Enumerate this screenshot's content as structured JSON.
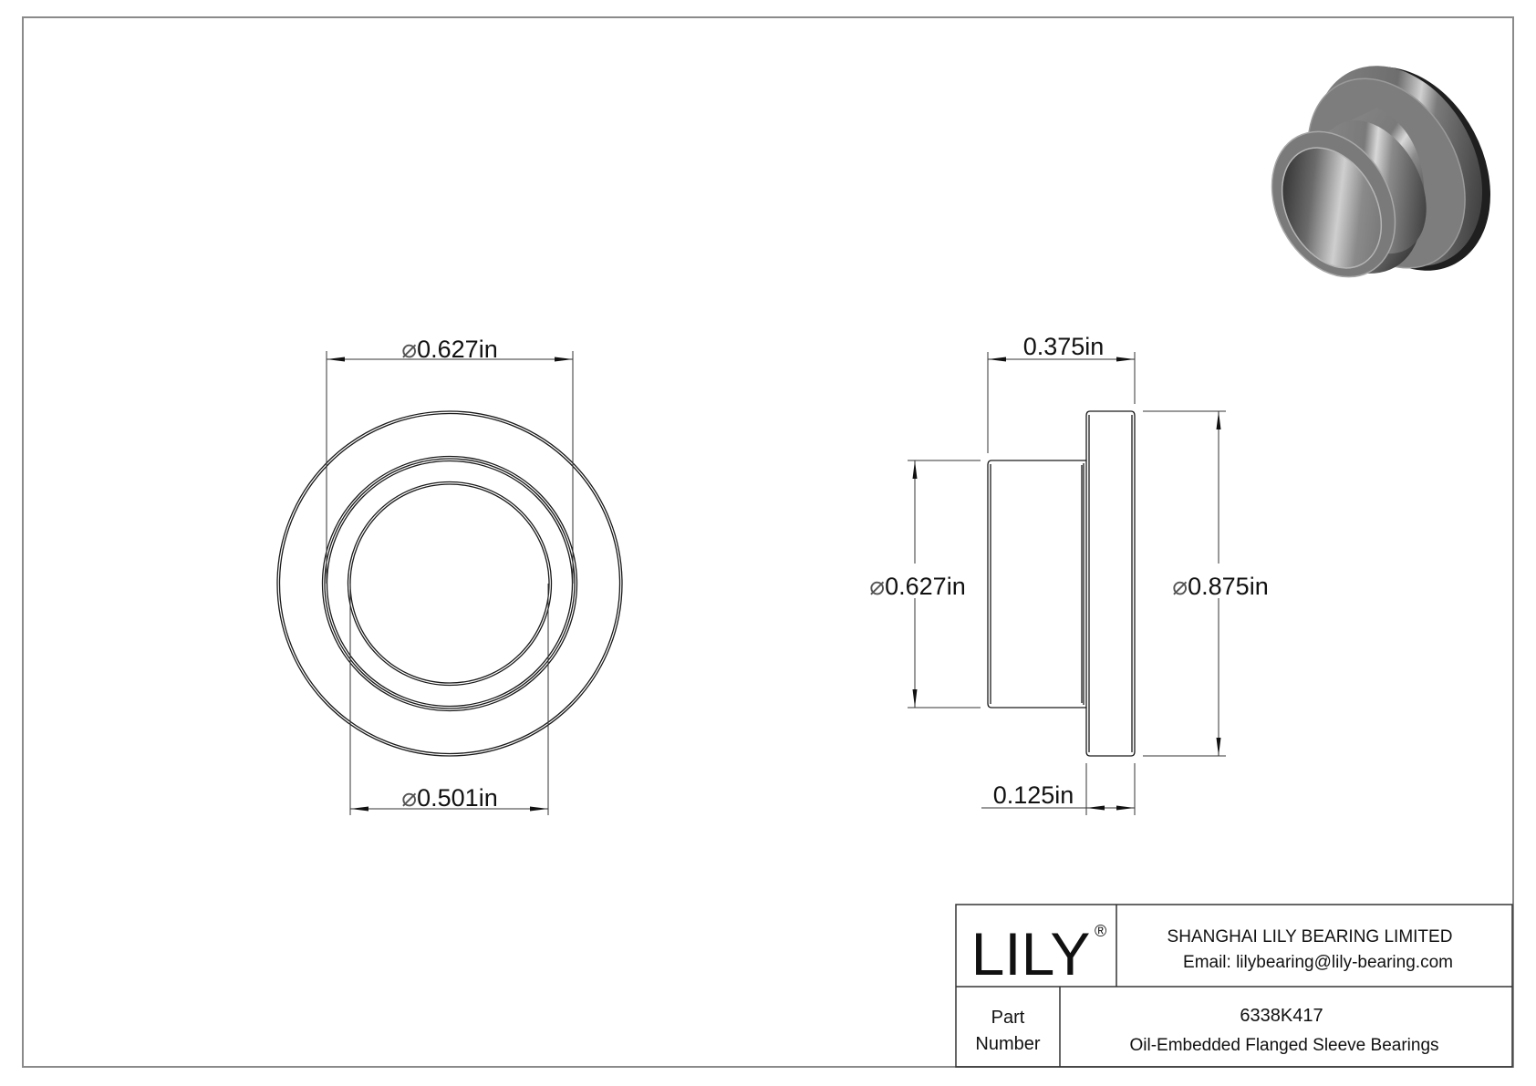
{
  "drawing": {
    "front_view": {
      "top_dimension": {
        "symbol": "⌀",
        "value": "0.627in"
      },
      "bottom_dimension": {
        "symbol": "⌀",
        "value": "0.501in"
      }
    },
    "side_view": {
      "length_dimension": {
        "value": "0.375in"
      },
      "sleeve_diameter": {
        "symbol": "⌀",
        "value": "0.627in"
      },
      "flange_diameter": {
        "symbol": "⌀",
        "value": "0.875in"
      },
      "flange_thickness": {
        "value": "0.125in"
      }
    },
    "render_3d": {
      "icon": "flanged-sleeve-bearing-render"
    }
  },
  "title_block": {
    "logo": {
      "text": "LILY",
      "mark": "®"
    },
    "company": "SHANGHAI LILY BEARING LIMITED",
    "email": "Email: lilybearing@lily-bearing.com",
    "part_label_line1": "Part",
    "part_label_line2": "Number",
    "part_number": "6338K417",
    "description": "Oil-Embedded Flanged Sleeve Bearings"
  },
  "colors": {
    "line": "#1a1a1a",
    "border": "#8a8a8a",
    "background": "#ffffff"
  }
}
